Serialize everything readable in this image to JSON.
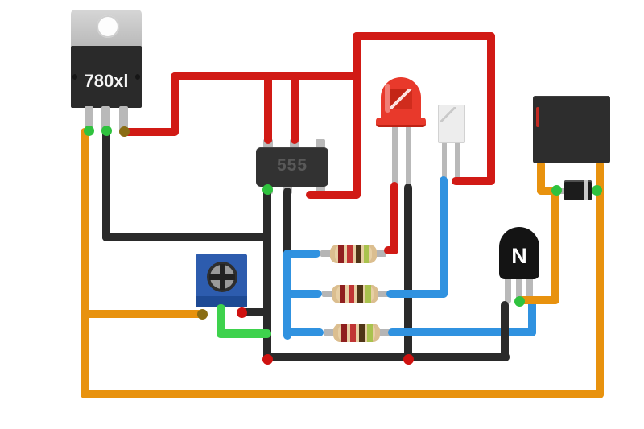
{
  "diagram": {
    "kind": "breadboard-style circuit illustration",
    "background": "#ffffff"
  },
  "colors": {
    "wire_red": "#d11a15",
    "wire_black": "#2a2a2a",
    "wire_blue": "#3092e0",
    "wire_orange": "#e8920e",
    "wire_green": "#3ed24d",
    "junction_green": "#2fc23e",
    "junction_red": "#cf1210",
    "junction_olive": "#8a6d14"
  },
  "components": {
    "voltage_regulator": {
      "label": "780xl",
      "package": "TO-220",
      "pin_count": 3
    },
    "timer_ic": {
      "label": "555",
      "pin_count": 6
    },
    "transistor": {
      "label": "N",
      "package": "TO-92",
      "pin_count": 3
    },
    "red_led": {
      "body_color": "#e8392b",
      "legs": 2
    },
    "white_led": {
      "body_color": "#ededed",
      "legs": 2
    },
    "potentiometer": {
      "body_color": "#2d5cae",
      "pin_count": 3
    },
    "resistors": {
      "count": 3,
      "body_color": "#e7cfa4",
      "band_colors": [
        "#8f1f1f",
        "#c03434",
        "#4f3517",
        "#a9c24e"
      ]
    },
    "relay": {
      "body_color": "#2d2d2d",
      "mark_color": "#c32a22",
      "pin_count": 2
    },
    "diode": {
      "body_color": "#1c1c1c",
      "stripe_color": "#c9c9c9"
    }
  },
  "wires": [
    {
      "color": "red",
      "net": "regulator output to top rail, 555 top pins, 555 lower-right pin, red LED anode feed and white LED right leg"
    },
    {
      "color": "black",
      "net": "regulator middle pin, 555 lower-left pin, red LED cathode, potentiometer right pin and transistor left leg to ground rail"
    },
    {
      "color": "blue",
      "net": "555 lower-middle pin bus to three resistors, white LED left leg and transistor right leg"
    },
    {
      "color": "orange",
      "net": "regulator left pin down left side and bottom rail to relay pins, diode leads, potentiometer left pin and transistor middle leg"
    },
    {
      "color": "green",
      "net": "potentiometer middle pin to ground wire"
    }
  ],
  "junctions": {
    "green_connector_dots": 6,
    "red_junction_dots": 3,
    "olive_connector_dots": 2
  }
}
